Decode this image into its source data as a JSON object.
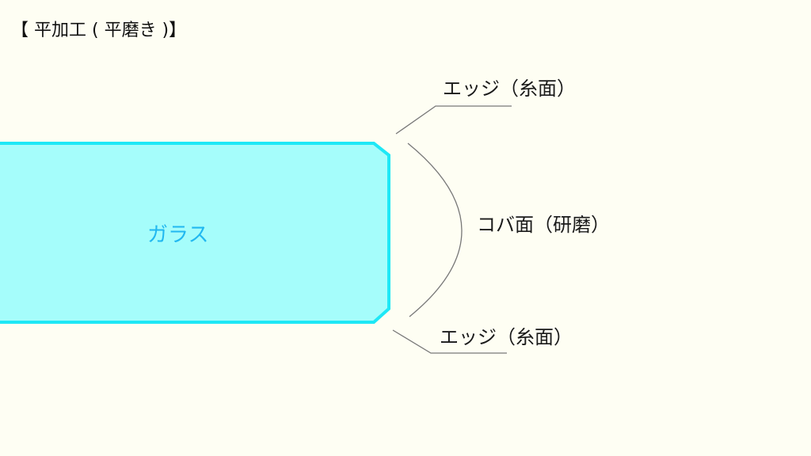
{
  "title": "【 平加工 ( 平磨き )】",
  "glass": {
    "label": "ガラス",
    "fill_color": "#A5FDFB",
    "stroke_color": "#1EE8F6"
  },
  "labels": {
    "edge_top": "エッジ（糸面）",
    "side_face": "コバ面（研磨）",
    "edge_bottom": "エッジ（糸面）"
  },
  "colors": {
    "background": "#FEFEF3",
    "leader_lines": "#777777",
    "glass_text": "#21B8F0"
  }
}
